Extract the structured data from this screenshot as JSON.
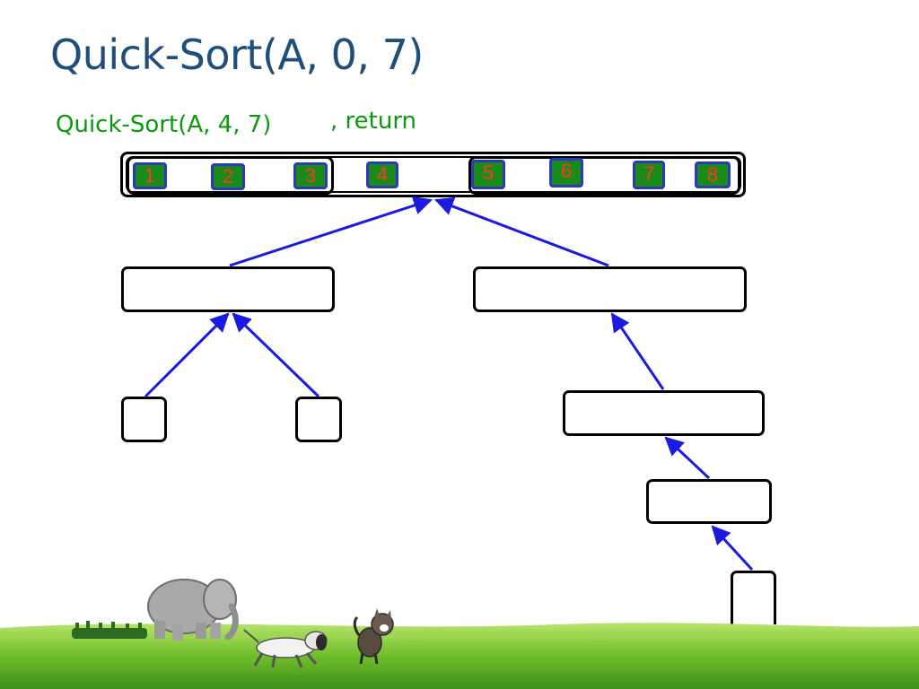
{
  "slide": {
    "title": "Quick-Sort(A, 0, 7)",
    "call_label": "Quick-Sort(A, 4, 7)",
    "status_label": ", return"
  },
  "array": {
    "cells": [
      {
        "label": "1"
      },
      {
        "label": "2"
      },
      {
        "label": "3"
      },
      {
        "label": "4"
      },
      {
        "label": "5"
      },
      {
        "label": "6"
      },
      {
        "label": "7"
      },
      {
        "label": "8"
      }
    ]
  },
  "colors": {
    "title": "#1f4e79",
    "subtitle": "#0a9a0a",
    "cell_fill": "#1a8a1a",
    "cell_border": "#2a3ab8",
    "cell_text": "#ff3a1a",
    "arrow": "#1a1ae0"
  },
  "decor": {
    "icons": [
      "elephant-icon",
      "dog-icon",
      "cat-icon",
      "grass-field"
    ]
  }
}
